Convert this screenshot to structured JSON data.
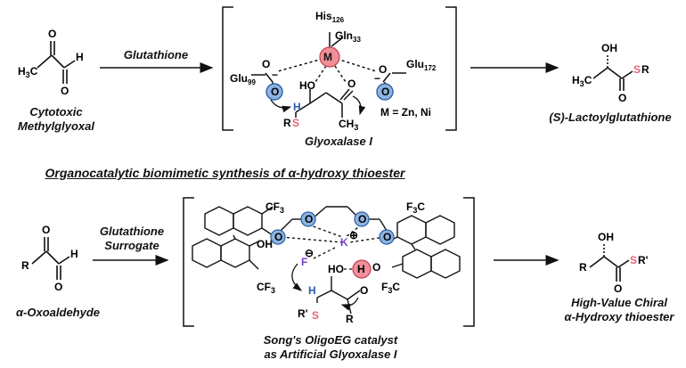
{
  "top": {
    "methylglyoxal": {
      "line1": "Cytotoxic",
      "line2": "Methylglyoxal"
    },
    "arrow1_label": "Glutathione",
    "bracket_caption": "Glyoxalase I",
    "metal_note": "M = Zn, Ni",
    "product": "(S)-Lactoylglutathione",
    "atoms": {
      "his": "His",
      "his_sub": "126",
      "gln": "Gln",
      "gln_sub": "33",
      "glu_left": "Glu",
      "glu_left_sub": "99",
      "glu_right": "Glu",
      "glu_right_sub": "172",
      "metal": "M"
    }
  },
  "section_title": "Organocatalytic biomimetic synthesis of α-hydroxy thioester",
  "bottom": {
    "substrate": "α-Oxoaldehyde",
    "arrow_label_line1": "Glutathione",
    "arrow_label_line2": "Surrogate",
    "catalyst_line1": "Song's OligoEG catalyst",
    "catalyst_line2": "as Artificial Glyoxalase I",
    "product_line1": "High-Value Chiral",
    "product_line2": "α-Hydroxy thioester"
  },
  "colors": {
    "sulfur": "#e8647a",
    "hydrogen": "#2a5bb0",
    "fluorine": "#7a3fc8",
    "potassium": "#7a3fc8",
    "o_highlight": "#2a63a8",
    "metal_highlight": "#f08f99"
  }
}
